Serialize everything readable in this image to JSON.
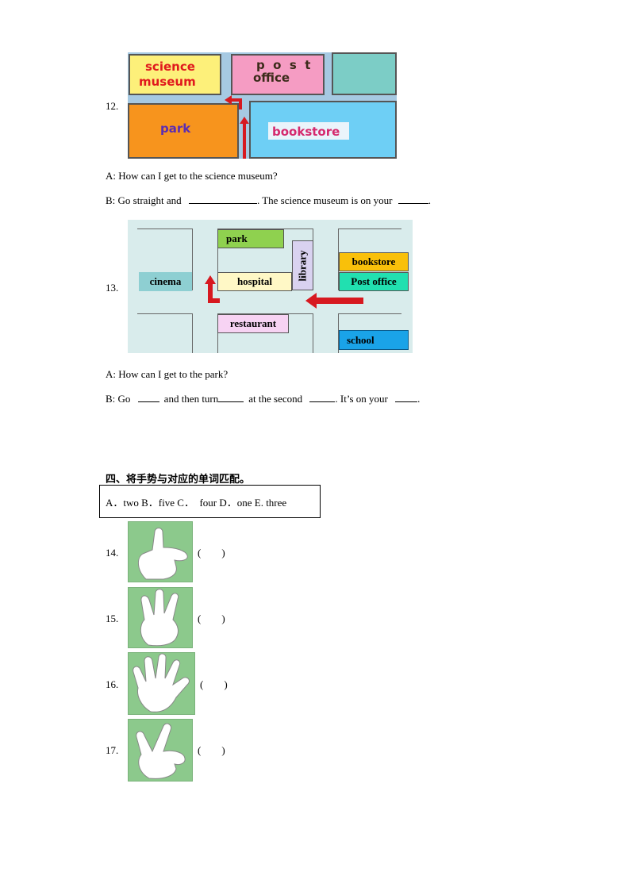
{
  "q12": {
    "number": "12.",
    "map_labels": {
      "science": "science",
      "museum": "museum",
      "post": "p  o  s  t",
      "office": "office",
      "park": "park",
      "bookstore": "bookstore"
    },
    "line_a": "A:  How can I get to the science museum?",
    "line_b_start": "B:  Go straight and",
    "line_b_mid": ". The science museum is on your",
    "line_b_end": "."
  },
  "q13": {
    "number": "13.",
    "map_labels": {
      "park": "park",
      "library": "library",
      "bookstore": "bookstore",
      "post_office": "Post office",
      "cinema": "cinema",
      "hospital": "hospital",
      "restaurant": "restaurant",
      "school": "school"
    },
    "line_a": "A:  How can I get to the park?",
    "line_b_1": "B:  Go",
    "line_b_2": "and then turn",
    "line_b_3": "at the second",
    "line_b_4": ". It’s on your",
    "line_b_5": "."
  },
  "section4": {
    "heading": "四、将手势与对应的单词匹配。",
    "options": "A．two B．five C．  four D．one E. three"
  },
  "hands": [
    {
      "number": "14.",
      "paren": "(        )"
    },
    {
      "number": "15.",
      "paren": "(        )"
    },
    {
      "number": "16.",
      "paren": "(        )"
    },
    {
      "number": "17.",
      "paren": "(        )"
    }
  ],
  "colors": {
    "science_museum": "#fdf07a",
    "post_office": "#f59cc3",
    "teal_block": "#7ccdc6",
    "park": "#f7941d",
    "bookstore_block": "#6ecff5",
    "arrow": "#d71920",
    "map2_park": "#8fd14f",
    "map2_library": "#d9d2f0",
    "map2_bookstore": "#f9c00a",
    "map2_post_office": "#21e0b0",
    "map2_cinema": "#8ecfd2",
    "map2_hospital": "#fff8c6",
    "map2_restaurant": "#f7d3f3",
    "map2_school": "#1aa3e8",
    "hand_bg": "#8cc98c"
  }
}
